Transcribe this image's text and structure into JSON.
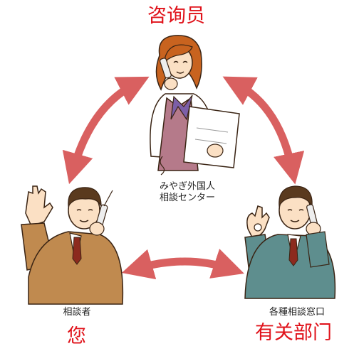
{
  "labels": {
    "consultant_red": "咨询员",
    "center_line1": "みやぎ外国人",
    "center_line2": "相談センター",
    "client_small": "相談者",
    "client_red": "您",
    "office_small": "各種相談窓口",
    "office_red": "有关部门"
  },
  "colors": {
    "arrow": "#d96060",
    "label_red": "#e0121a",
    "woman_hair": "#c8631f",
    "woman_vest": "#b57a8a",
    "left_man_suit": "#c08a4f",
    "right_man_suit": "#5e8e8e",
    "tie": "#8c2a1e",
    "skin": "#fbe0c4"
  },
  "icons": {
    "top": "woman-on-phone",
    "left": "man-waving-on-phone",
    "right": "man-ok-sign-on-phone"
  }
}
